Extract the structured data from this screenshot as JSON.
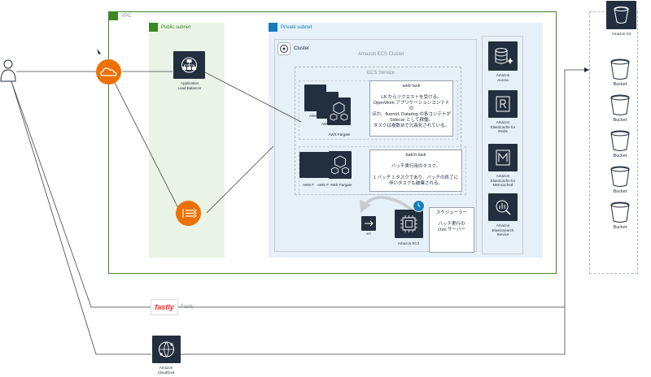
{
  "groups": {
    "vpc": "VPC",
    "public_subnet": "Public subnet",
    "private_subnet": "Private subnet",
    "cluster": "Cluster",
    "ecs_cluster": "Amazon ECS Cluster",
    "ecs_service": "ECS Service"
  },
  "services": {
    "alb": "Application\nLoad Balancer",
    "fargate_web": "AWS Fargate",
    "fargate_web_back1": "AWS F",
    "fargate_web_back2": "AWS F",
    "fargate_batch": "AWS Fargate",
    "fargate_batch_back1": "AWS F",
    "fargate_batch_back2": "AWS F",
    "ec2": "Amazon EC2",
    "api": "API",
    "aurora": "Amazon\nAurora",
    "elasticache_redis": "Amazon\nElastiCache for\nRedis",
    "elasticache_memcached": "Amazon\nElastiCache for\nMemcached",
    "elasticsearch": "Amazon\nElasticsearch\nService",
    "s3": "Amazon S3",
    "bucket": "Bucket",
    "fastly": "Fastly",
    "cloudfront": "Amazon\nCloudfront"
  },
  "buckets": [
    "Bucket",
    "Bucket",
    "Bucket",
    "Bucket",
    "Bucket"
  ],
  "notes": {
    "web_task": "web task\n\nLB からリクエストを受ける。\nOpenWork アプリケーションコンテナの\nほか、fluentd, Datadog の各コンテナが\nSidecar として稼働。\nタスクは複数台で冗長化されている。",
    "batch_task": "batch task\n\nバッチ実行用のタスク。\n\n1 バッチ 1 タスクであり、バッチの終了に\n伴いタスクも破棄される。",
    "scheduler": "スケジューラー\n\nバッチ実行の\ncron サーバー"
  },
  "colors": {
    "vpc_border": "#3f8624",
    "public_fill": "#e9f3e6",
    "public_accent": "#3f8624",
    "private_fill": "#e6f0f8",
    "private_accent": "#147eba",
    "orange": "#ed7100",
    "dark": "#232f3e",
    "fastly": "#ff282d"
  }
}
